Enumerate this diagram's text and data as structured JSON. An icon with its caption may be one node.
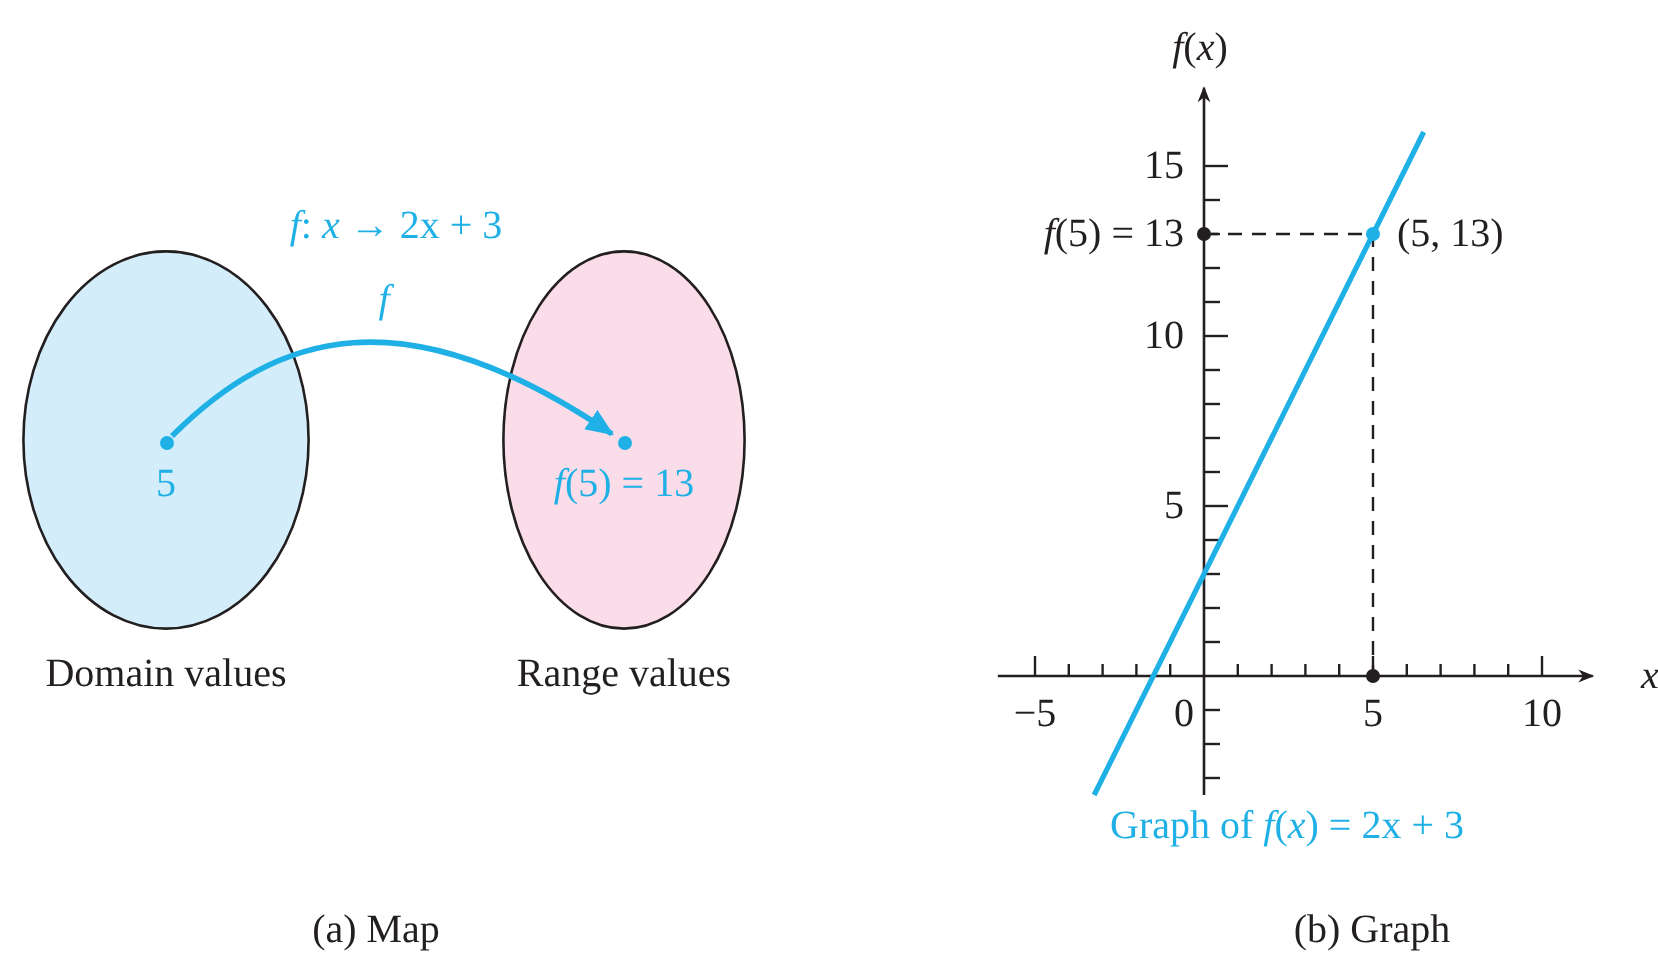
{
  "diagram": {
    "nodes": [
      {
        "text": [
          "Domain values"
        ]
      },
      {
        "text": [
          "5"
        ],
        "in": 0
      },
      {
        "text": [
          "Range values"
        ]
      },
      {
        "text": [
          "*f*(5) = 13"
        ],
        "in": 2
      }
    ],
    "edges": [
      {
        "from": 1,
        "to": 3,
        "arrow": "to",
        "label": "*f*",
        "color": "#1fb0e6"
      }
    ],
    "labels": [
      "*f*: *x* → 2x + 3",
      "(a)  Map",
      "(b)  Graph"
    ],
    "chart_data": {
      "type": "line",
      "xlabel": "x",
      "ylabel": "*f*(*x*)",
      "x": [
        -3.25,
        6.5
      ],
      "series": [
        {
          "name": "Graph of *f*(*x*) = 2x + 3",
          "color": "#1fb0e6",
          "values": [
            -3.5,
            16
          ]
        }
      ],
      "xlim": [
        -6.1,
        11.5
      ],
      "ylim": [
        -3.5,
        17.3
      ],
      "xticks": [
        -5,
        0,
        5,
        10
      ],
      "yticks": [
        5,
        10,
        {
          "value": 13,
          "label": "*f*(5) = 13"
        },
        15
      ],
      "annotations": [
        {
          "x": 5,
          "y": 13,
          "text": "(5, 13)"
        }
      ]
    }
  }
}
